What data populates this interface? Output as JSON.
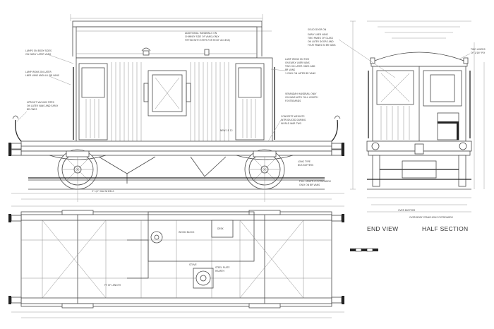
{
  "views": {
    "end_view": "END VIEW",
    "half_section": "HALF SECTION"
  },
  "side_notes": {
    "lamps_body_sides": [
      "LAMPS ON BODY SIDES",
      "ON EARLY LATER VANS"
    ],
    "lamp_irons": [
      "LAMP IRONS ON LATER",
      "LNER VANS AND ALL BR VANS"
    ],
    "vacuum_pipes": [
      "UPRIGHT VACUUM PIPES",
      "ON LATER VANS AND EARLY",
      "BR ONES"
    ],
    "handrails": [
      "ADDITIONAL HANDRAILS ON",
      "CHIMNEY SIDE OF VANS (ONLY",
      "FITTED WITH STEPS FOR ROOF ACCESS)"
    ],
    "lamp_irons_end": [
      "LAMP IRONS ON TWO",
      "ON EARLY LNER VANS",
      "TWO ON LATER ONES AND",
      "BR VANS",
      "1 ONLY ON LATER BR VANS"
    ],
    "verandah": [
      "VERANDAH HANDRAIL ONLY",
      "ON VANS WITH FULL LENGTH",
      "FOOTBOARDS"
    ],
    "concrete": [
      "CONCRETE WEIGHTS",
      "INTRODUCED DURING",
      "WORLD WAR TWO"
    ],
    "running_no": "NEW 1E 12",
    "buffers": [
      "LONG TYPE",
      "BUS BUFFERS"
    ],
    "footboards": [
      "FULL LENGTH FOOTBOARDS",
      "ONLY ON BR VANS"
    ]
  },
  "end_notes": {
    "solid_door": "SOLID DOOR ON",
    "early_vans": [
      "EARLY LNER VANS",
      "TWO PANES OF GLASS",
      "ON LATER DOORS AND",
      "FOUR PANES IN BR VANS"
    ],
    "two_layers": [
      "TWO LAYERS",
      "OF 1/16\" PLY"
    ],
    "over_buffers": "OVER BUFFERS",
    "over_stanchion": "OVER BODY STANCHION FOOTBOARDS"
  },
  "plan_notes": {
    "desk": "DESK",
    "stove": "STOVE",
    "steel_plate": [
      "STEEL PLATE",
      "HEARTH"
    ],
    "wood_block": "WOOD BLOCK",
    "wheels": "3' 1/2\" DIA WHEELS",
    "footboards": "FT OF LENGTH"
  }
}
